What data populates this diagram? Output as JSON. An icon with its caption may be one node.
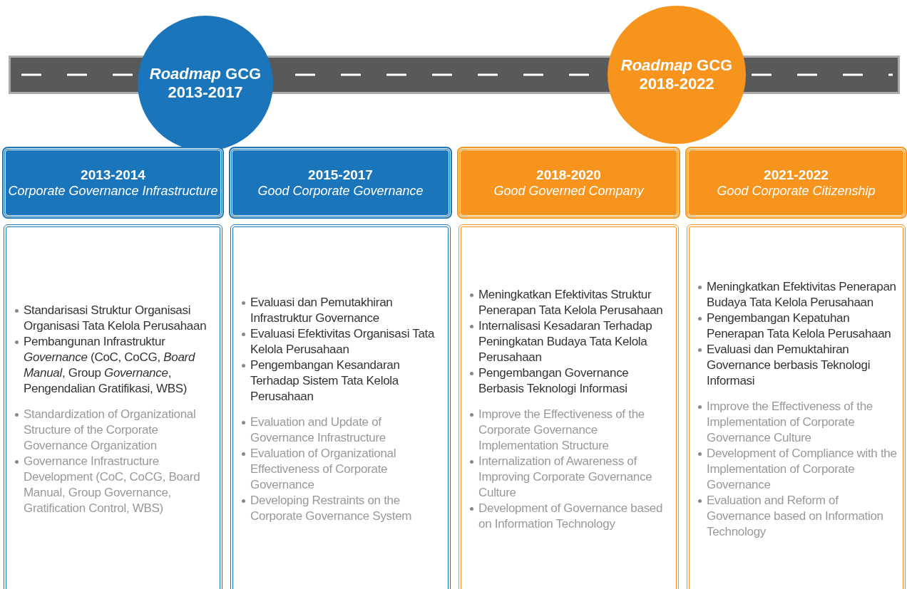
{
  "diagram": {
    "nodes": [
      {
        "text": [
          "*Roadmap* GCG 2013-2017"
        ]
      },
      {
        "text": [
          "*Roadmap* GCG 2018-2022"
        ]
      },
      {
        "text": [
          "2013-2014",
          "Corporate Governance Infrastructure"
        ]
      },
      {
        "text": [
          "2015-2017",
          "Good Corporate Governance"
        ]
      },
      {
        "text": [
          "2018-2020",
          "Good Governed Company"
        ]
      },
      {
        "text": [
          "2021-2022",
          "Good Corporate Citizenship"
        ]
      },
      {
        "text": [
          "Standarisasi Struktur Organisasi Organisasi Tata Kelola Perusahaan",
          "Pembangunan Infrastruktur *Governance* (CoC, CoCG, *Board Manual*, Group *Governance*, Pengendalian Gratifikasi, WBS)",
          "Standardization of Organizational Structure of the Corporate Governance Organization",
          "Governance Infrastructure Development (CoC, CoCG, Board Manual, Group Governance, Gratification Control, WBS)"
        ]
      },
      {
        "text": [
          "Evaluasi dan Pemutakhiran Infrastruktur Governance",
          "Evaluasi Efektivitas Organisasi Tata Kelola Perusahaan",
          "Pengembangan Kesandaran Terhadap Sistem Tata Kelola Perusahaan",
          "Evaluation and Update of Governance Infrastructure",
          "Evaluation of Organizational Effectiveness of Corporate Governance",
          "Developing Restraints on the Corporate Governance System"
        ]
      },
      {
        "text": [
          "Meningkatkan Efektivitas Struktur Penerapan Tata Kelola Perusahaan",
          "Internalisasi Kesadaran Terhadap Peningkatan Budaya Tata Kelola Perusahaan",
          "Pengembangan Governance Berbasis Teknologi Informasi",
          "Improve the Effectiveness of the Corporate Governance Implementation Structure",
          "Internalization of Awareness of Improving Corporate Governance Culture",
          "Development of Governance based on Information Technology"
        ]
      },
      {
        "text": [
          "Meningkatkan Efektivitas Penerapan Budaya Tata Kelola Perusahaan",
          "Pengembangan Kepatuhan Penerapan Tata Kelola Perusahaan",
          "Evaluasi dan Pemuktahiran Governance berbasis Teknologi Informasi",
          "Improve the Effectiveness of the Implementation of Corporate Governance Culture",
          "Development of Compliance with the Implementation of Corporate Governance",
          "Evaluation and Reform of Governance based on Information Technology"
        ]
      }
    ],
    "edges": []
  }
}
